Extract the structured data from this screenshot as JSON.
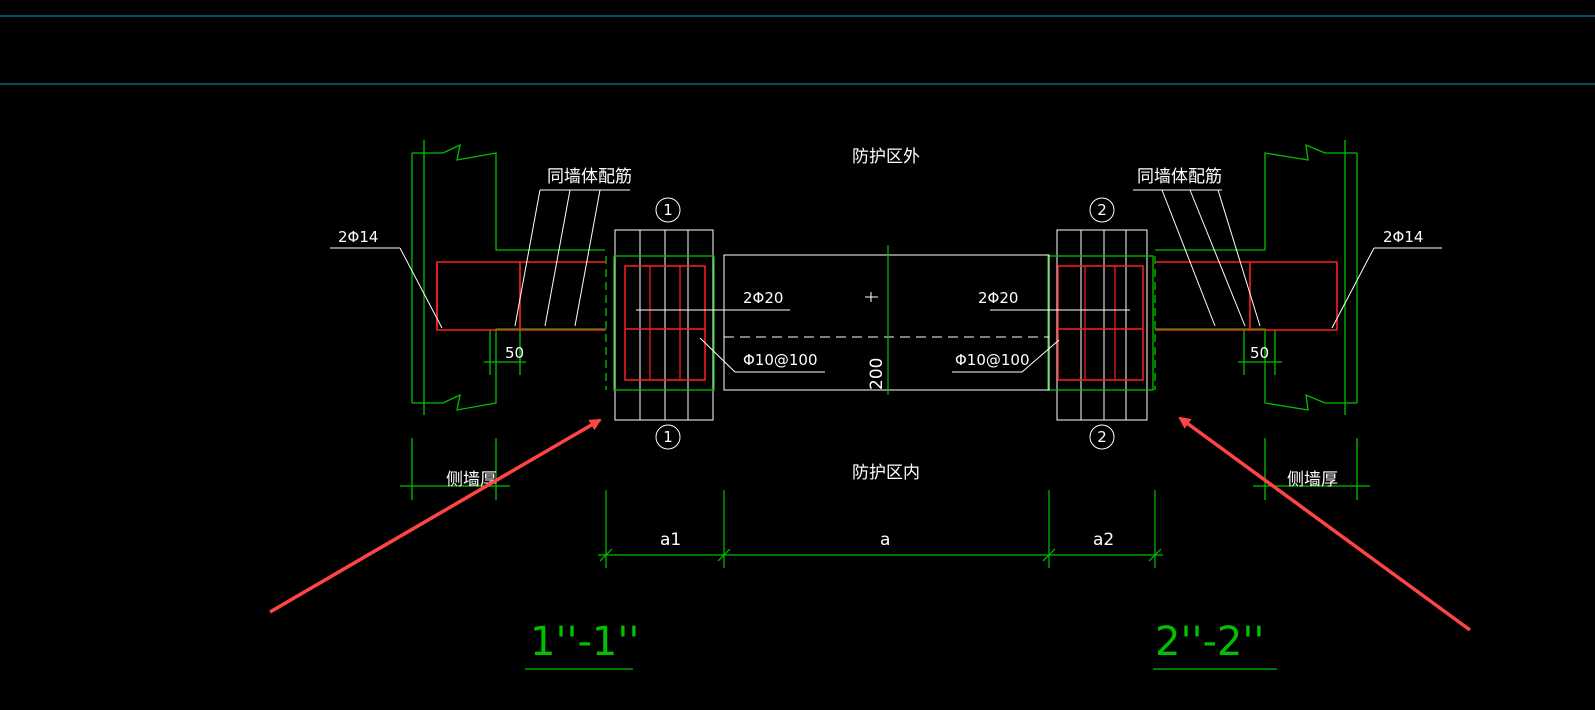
{
  "labels": {
    "outside_zone": "防护区外",
    "inside_zone": "防护区内",
    "same_wall_rebar": "同墙体配筋",
    "rebar_2phi14": "2Φ14",
    "rebar_2phi20": "2Φ20",
    "stirrup_left": "Φ10@100",
    "stirrup_right": "Φ10@100",
    "dim_50": "50",
    "dim_200": "200",
    "side_wall_thickness": "侧墙厚",
    "dim_a1": "a1",
    "dim_a": "a",
    "dim_a2": "a2",
    "section_left": "1''-1''",
    "section_right": "2''-2''",
    "callout_1": "1",
    "callout_2": "2"
  },
  "colors": {
    "background": "#000000",
    "wall_outline": "#00c000",
    "rebar": "#ff2020",
    "text": "#ffffff",
    "guide_line": "#00a0c0",
    "arrow": "#ff4444"
  }
}
